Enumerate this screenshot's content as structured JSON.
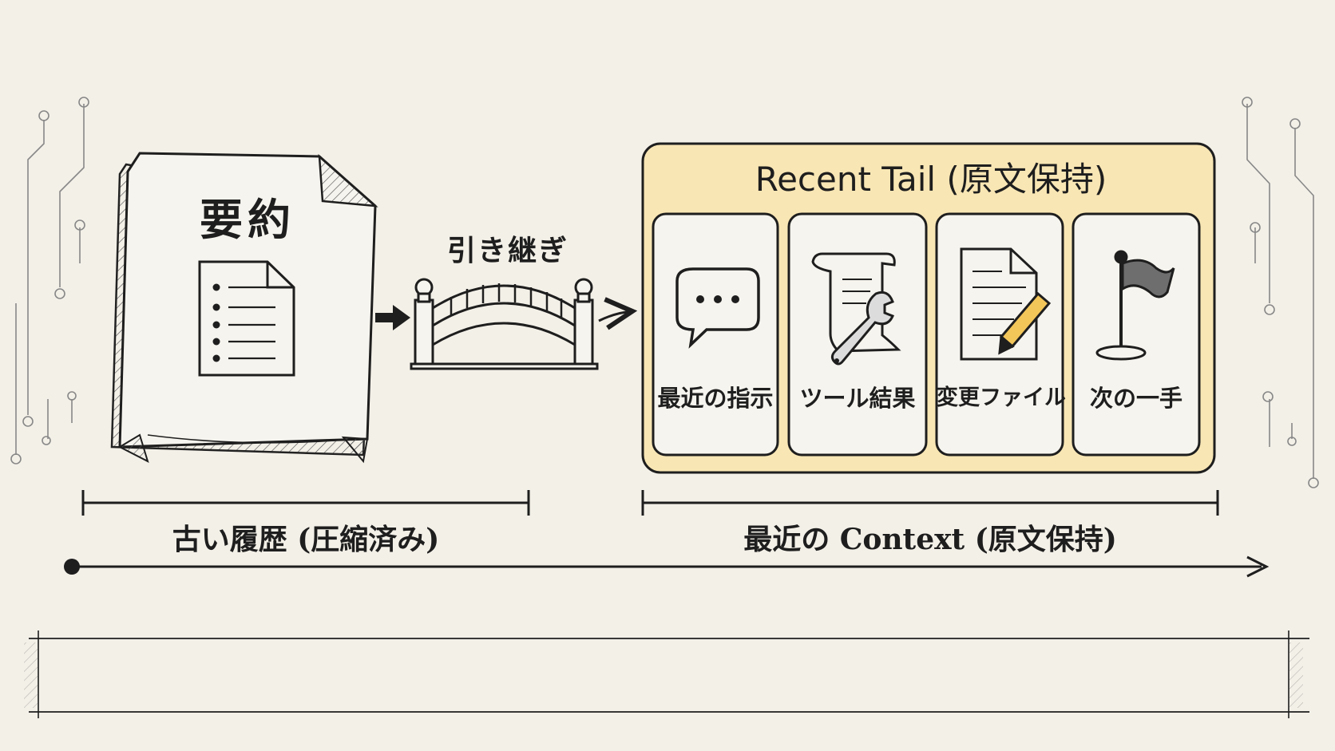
{
  "summary": {
    "title": "要約",
    "icon": "document-list-icon"
  },
  "handoff": {
    "label": "引き継ぎ",
    "icon": "bridge-icon"
  },
  "recent_tail": {
    "title": "Recent Tail (原文保持)",
    "cards": [
      {
        "label": "最近の指示",
        "icon": "speech-bubble-icon"
      },
      {
        "label": "ツール結果",
        "icon": "scroll-wrench-icon"
      },
      {
        "label": "変更ファイル",
        "icon": "document-pencil-icon"
      },
      {
        "label": "次の一手",
        "icon": "flag-icon"
      }
    ]
  },
  "timeline": {
    "old_label": "古い履歴 (圧縮済み)",
    "recent_label": "最近の Context (原文保持)"
  },
  "colors": {
    "background": "#f3f0e8",
    "tail_panel": "#f8e6b4",
    "ink": "#1e1e1e"
  }
}
